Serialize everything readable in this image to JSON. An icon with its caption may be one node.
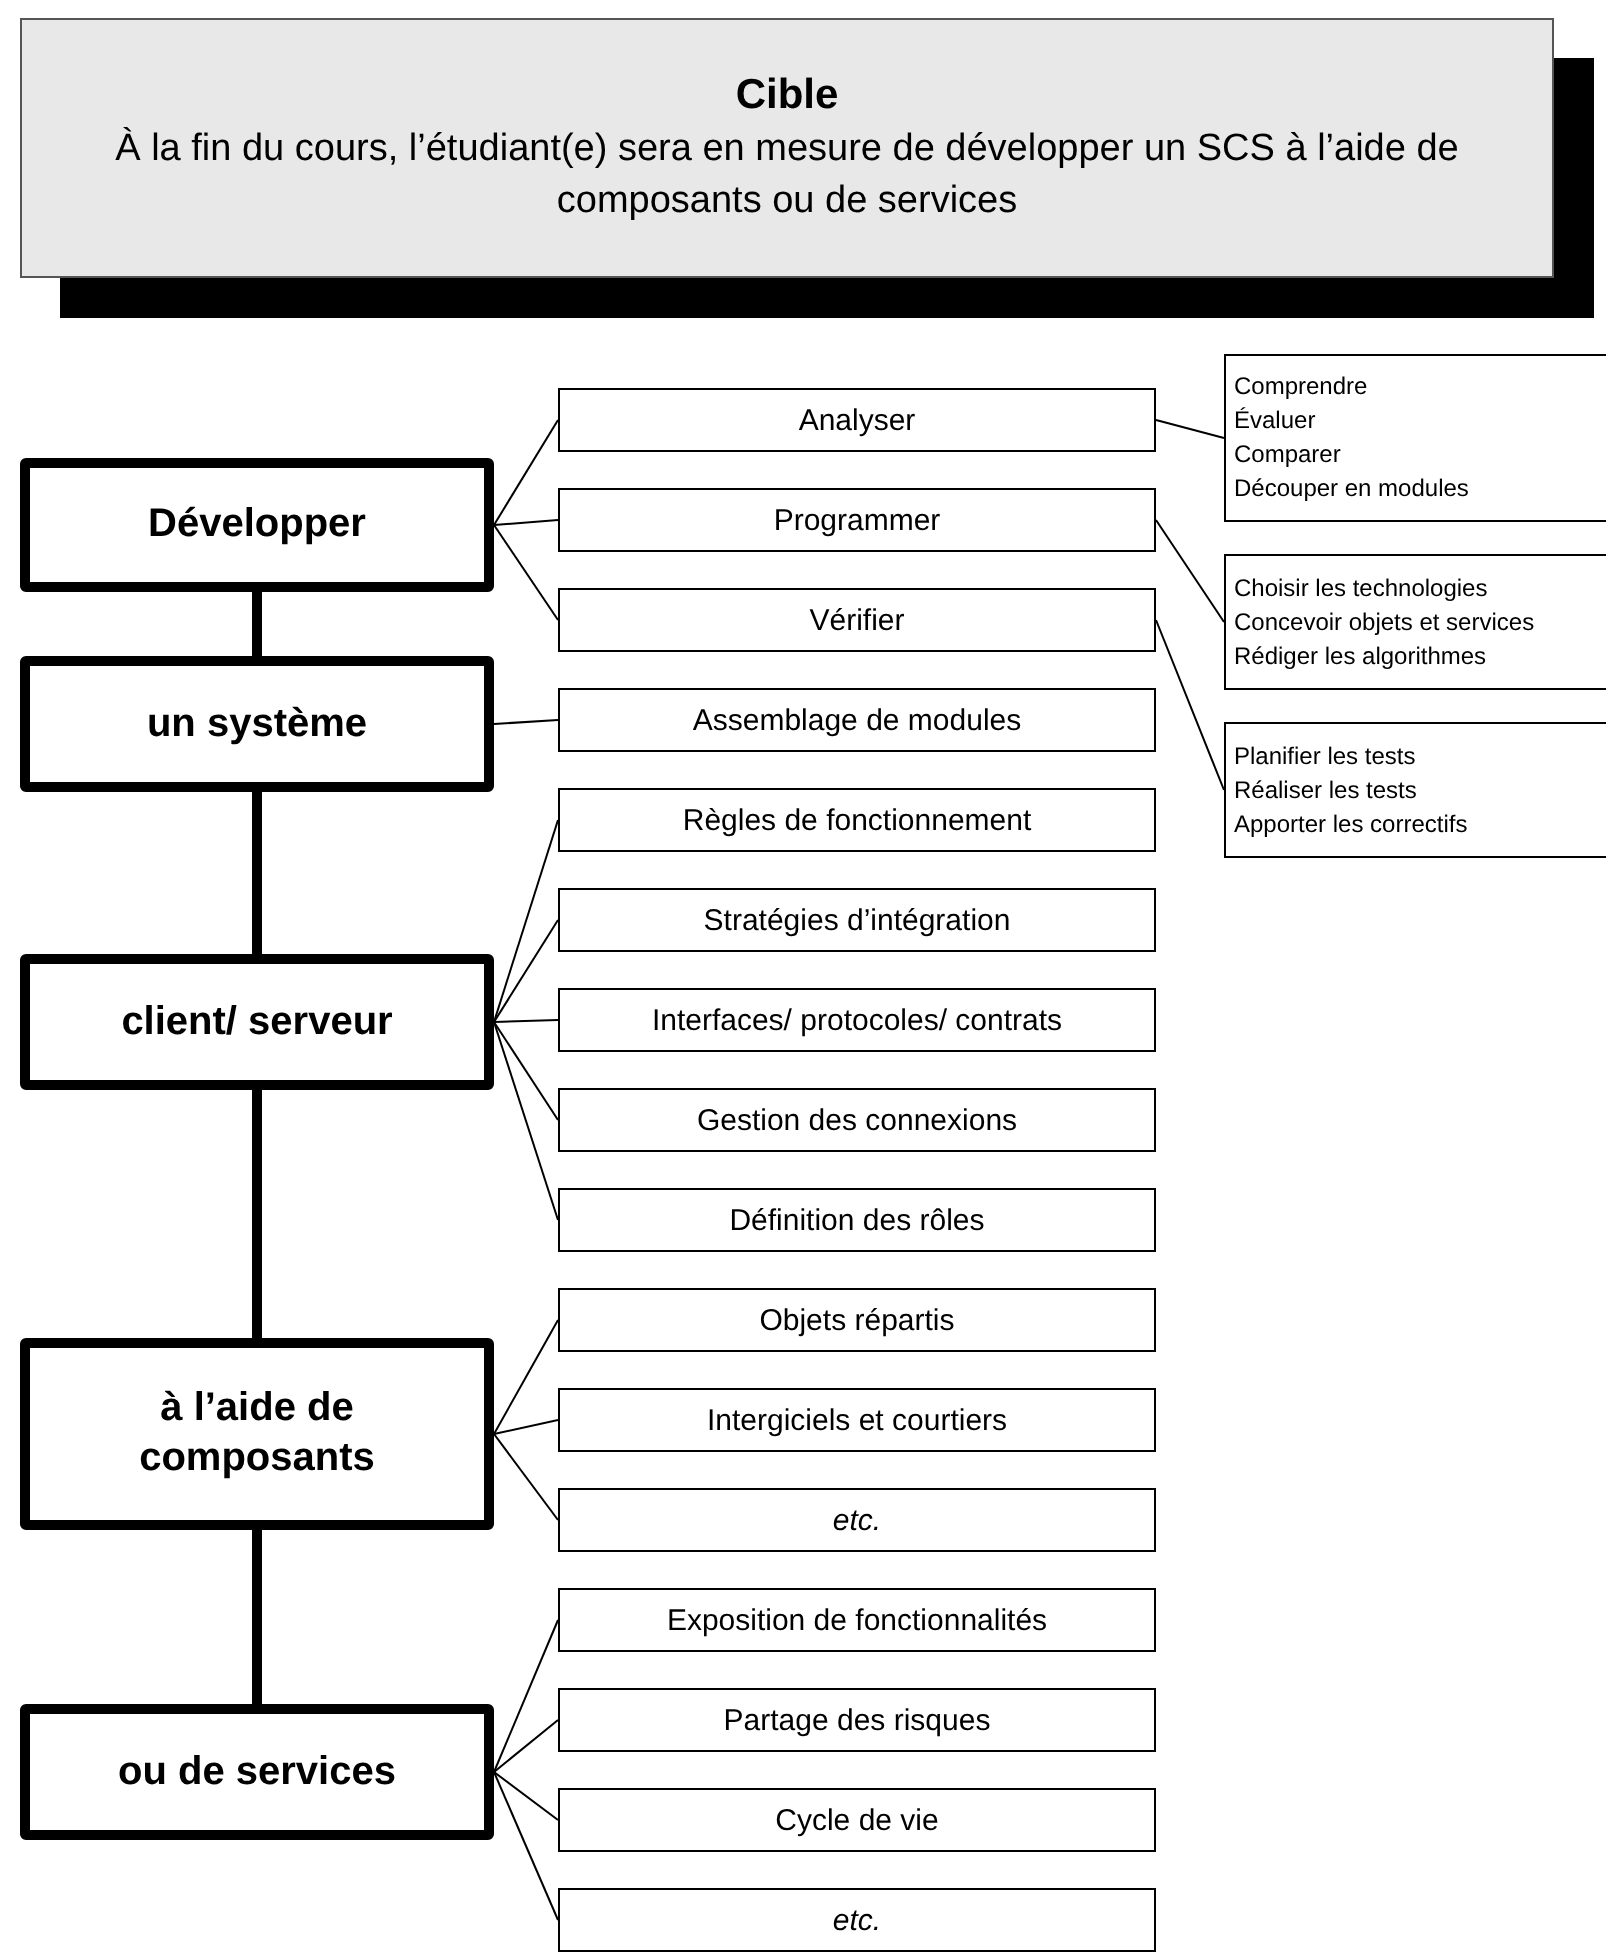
{
  "diagram": {
    "nodes": [
      {
        "text": [
          "Cible",
          "À la fin du cours, l’étudiant(e) sera en mesure de développer un SCS à l’aide de composants ou de services"
        ]
      },
      {
        "text": [
          "Développer"
        ]
      },
      {
        "text": [
          "Analyser"
        ]
      },
      {
        "text": [
          "Comprendre",
          "Évaluer",
          "Comparer",
          "Découper en modules"
        ]
      },
      {
        "text": [
          "Programmer"
        ]
      },
      {
        "text": [
          "Choisir les technologies",
          "Concevoir objets et services",
          "Rédiger les algorithmes"
        ]
      },
      {
        "text": [
          "Vérifier"
        ]
      },
      {
        "text": [
          "Planifier les tests",
          "Réaliser les tests",
          "Apporter les correctifs"
        ]
      },
      {
        "text": [
          "un système"
        ]
      },
      {
        "text": [
          "Assemblage de modules"
        ]
      },
      {
        "text": [
          "client/ serveur"
        ]
      },
      {
        "text": [
          "Règles de fonctionnement"
        ]
      },
      {
        "text": [
          "Stratégies d’intégration"
        ]
      },
      {
        "text": [
          "Interfaces/ protocoles/ contrats"
        ]
      },
      {
        "text": [
          "Gestion des connexions"
        ]
      },
      {
        "text": [
          "Définition des rôles"
        ]
      },
      {
        "text": [
          "à l’aide de composants"
        ]
      },
      {
        "text": [
          "Objets répartis"
        ]
      },
      {
        "text": [
          "Intergiciels et courtiers"
        ]
      },
      {
        "text": [
          "etc."
        ]
      },
      {
        "text": [
          "ou de services"
        ]
      },
      {
        "text": [
          "Exposition de fonctionnalités"
        ]
      },
      {
        "text": [
          "Partage des risques"
        ]
      },
      {
        "text": [
          "Cycle de vie"
        ]
      },
      {
        "text": [
          "etc."
        ]
      }
    ],
    "edges": [
      {
        "from": 1,
        "to": 8,
        "arrow": "none",
        "style": "thick"
      },
      {
        "from": 8,
        "to": 10,
        "arrow": "none",
        "style": "thick"
      },
      {
        "from": 10,
        "to": 16,
        "arrow": "none",
        "style": "thick"
      },
      {
        "from": 16,
        "to": 20,
        "arrow": "none",
        "style": "thick"
      },
      {
        "from": 1,
        "to": 2,
        "arrow": "none"
      },
      {
        "from": 1,
        "to": 4,
        "arrow": "none"
      },
      {
        "from": 1,
        "to": 6,
        "arrow": "none"
      },
      {
        "from": 2,
        "to": 3,
        "arrow": "none"
      },
      {
        "from": 4,
        "to": 5,
        "arrow": "none"
      },
      {
        "from": 6,
        "to": 7,
        "arrow": "none"
      },
      {
        "from": 8,
        "to": 9,
        "arrow": "none"
      },
      {
        "from": 10,
        "to": 11,
        "arrow": "none"
      },
      {
        "from": 10,
        "to": 12,
        "arrow": "none"
      },
      {
        "from": 10,
        "to": 13,
        "arrow": "none"
      },
      {
        "from": 10,
        "to": 14,
        "arrow": "none"
      },
      {
        "from": 10,
        "to": 15,
        "arrow": "none"
      },
      {
        "from": 16,
        "to": 17,
        "arrow": "none"
      },
      {
        "from": 16,
        "to": 18,
        "arrow": "none"
      },
      {
        "from": 16,
        "to": 19,
        "arrow": "none"
      },
      {
        "from": 20,
        "to": 21,
        "arrow": "none"
      },
      {
        "from": 20,
        "to": 22,
        "arrow": "none"
      },
      {
        "from": 20,
        "to": 23,
        "arrow": "none"
      },
      {
        "from": 20,
        "to": 24,
        "arrow": "none"
      }
    ]
  }
}
